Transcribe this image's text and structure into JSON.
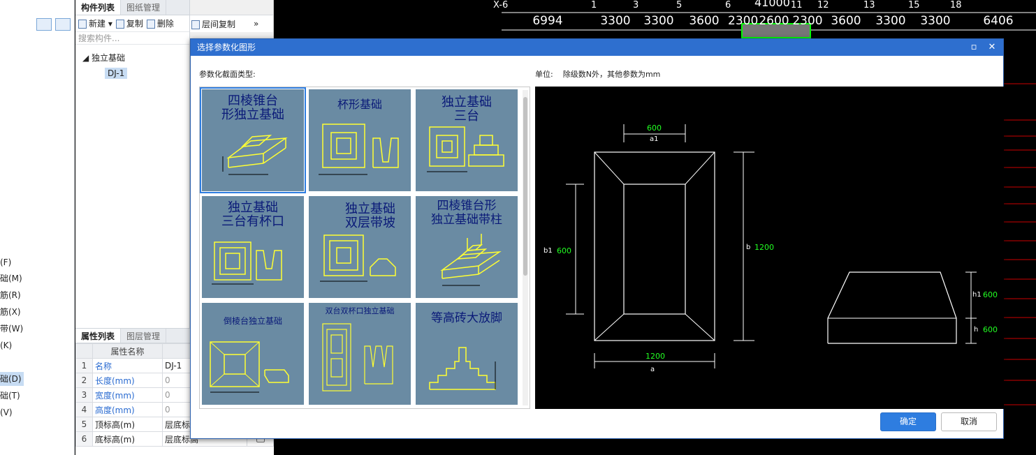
{
  "left_nav": {
    "items": [
      "(F)",
      "础(M)",
      "筋(R)",
      "筋(X)",
      "带(W)",
      "(K)",
      "础(D)",
      "础(T)",
      "(V)"
    ],
    "selected_index": 6
  },
  "component_panel": {
    "tabs": [
      "构件列表",
      "图纸管理"
    ],
    "toolbar": {
      "new_label": "新建",
      "copy_label": "复制",
      "delete_label": "删除",
      "floor_copy_label": "层间复制",
      "more": "»"
    },
    "search_placeholder": "搜索构件...",
    "tree": {
      "group": "独立基础",
      "item": "DJ-1"
    }
  },
  "property_panel": {
    "tabs": [
      "属性列表",
      "图层管理"
    ],
    "header": "属性名称",
    "rows": [
      {
        "no": "1",
        "name": "名称",
        "value": "DJ-1"
      },
      {
        "no": "2",
        "name": "长度(mm)",
        "value": "0"
      },
      {
        "no": "3",
        "name": "宽度(mm)",
        "value": "0"
      },
      {
        "no": "4",
        "name": "高度(mm)",
        "value": "0"
      },
      {
        "no": "5",
        "name": "顶标高(m)",
        "value": "层底标"
      },
      {
        "no": "6",
        "name": "底标高(m)",
        "value": "层底标高"
      }
    ]
  },
  "cad": {
    "axis_labels": [
      "X-6",
      "1",
      "3",
      "5",
      "6",
      "41000",
      "11",
      "12",
      "13",
      "15",
      "18"
    ],
    "dimensions": [
      "6994",
      "3300",
      "3300",
      "3600",
      "2300",
      "2600",
      "2300",
      "3600",
      "3300",
      "3300",
      "6406"
    ]
  },
  "dialog": {
    "title": "选择参数化图形",
    "section_label": "参数化截面类型:",
    "unit_label": "单位:",
    "unit_text": "除级数N外，其他参数为mm",
    "types": [
      {
        "l1": "四棱锥台",
        "l2": "形独立基础"
      },
      {
        "l1": "杯形基础",
        "l2": ""
      },
      {
        "l1": "独立基础",
        "l2": "三台"
      },
      {
        "l1": "独立基础",
        "l2": "三台有杯口"
      },
      {
        "l1": "独立基础",
        "l2": "双层带坡"
      },
      {
        "l1": "四棱锥台形",
        "l2": "独立基础带柱"
      },
      {
        "l1": "倒棱台独立基础",
        "l2": ""
      },
      {
        "l1": "双台双杯口独立基础",
        "l2": ""
      },
      {
        "l1": "等高砖大放脚",
        "l2": ""
      }
    ],
    "selected_type": 0,
    "preview": {
      "a1": "600",
      "a1_label": "a1",
      "b1": "600",
      "b1_label": "b1",
      "b": "1200",
      "b_label": "b",
      "a": "1200",
      "a_label": "a",
      "h1": "600",
      "h1_label": "h1",
      "h": "600",
      "h_label": "h"
    },
    "ok_label": "确定",
    "cancel_label": "取消"
  }
}
